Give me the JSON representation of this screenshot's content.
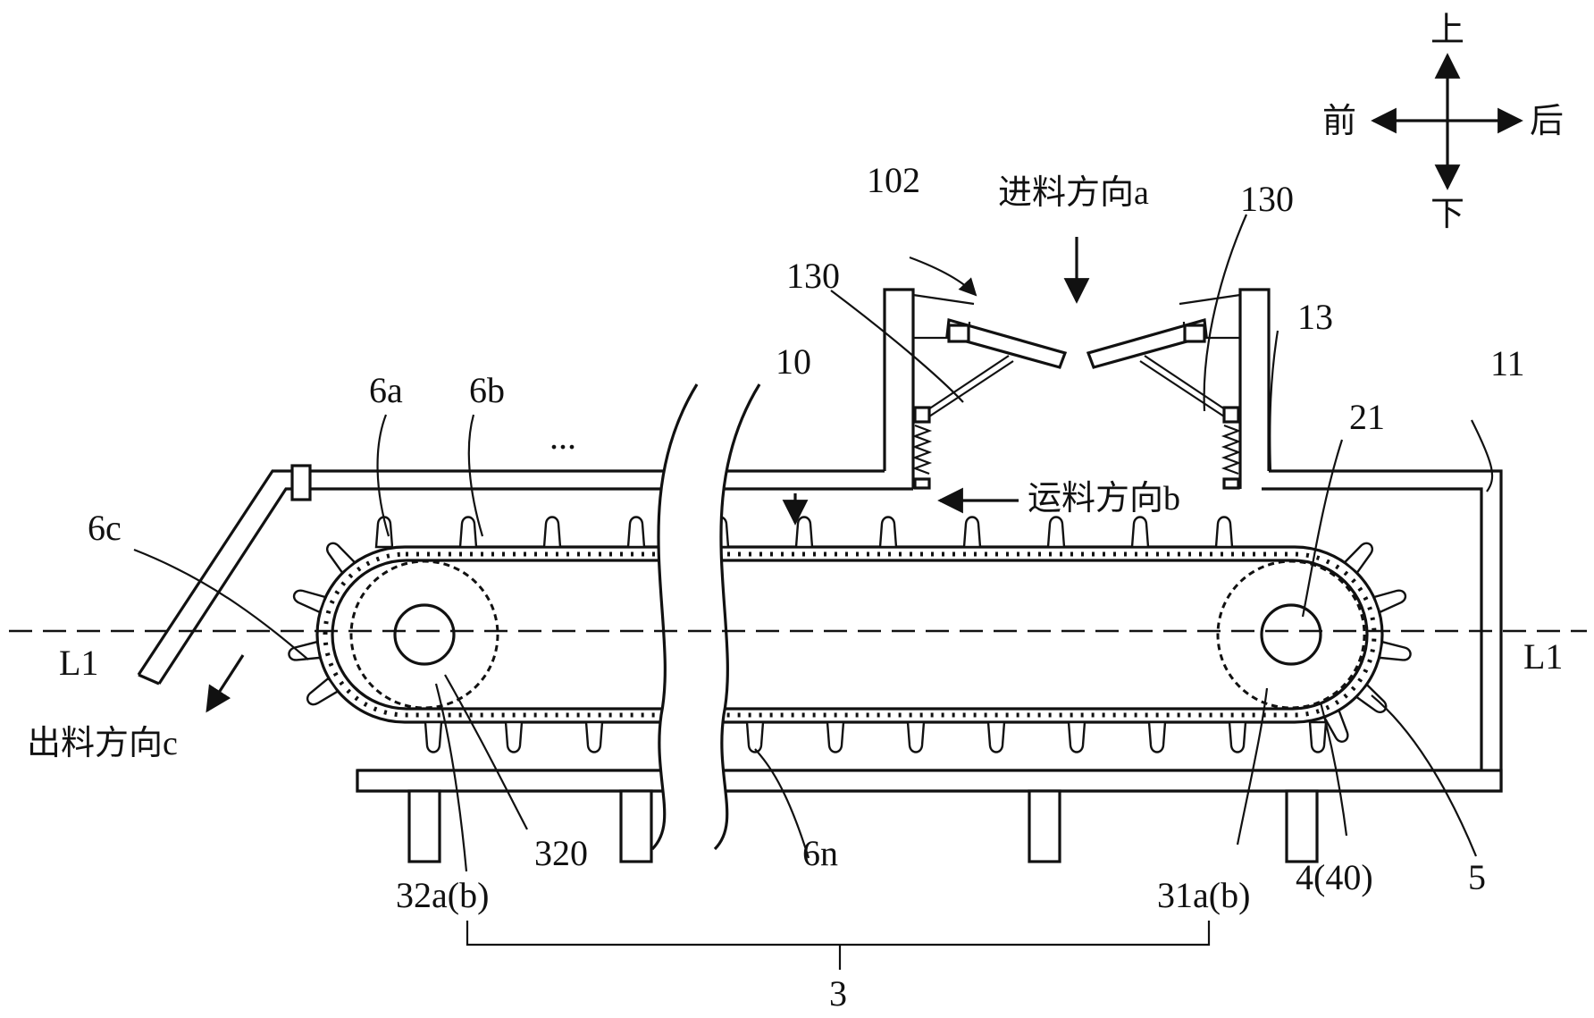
{
  "directions": {
    "up": "上",
    "down": "下",
    "front": "前",
    "back": "后",
    "feed": "进料方向a",
    "transport": "运料方向b",
    "discharge": "出料方向c"
  },
  "labels": {
    "l102": "102",
    "l130_left": "130",
    "l130_right": "130",
    "l13": "13",
    "l10": "10",
    "l11": "11",
    "l21": "21",
    "l6a": "6a",
    "l6b": "6b",
    "ellipsis": "...",
    "l6c": "6c",
    "l6n": "6n",
    "l320": "320",
    "l32ab": "32a(b)",
    "l31ab": "31a(b)",
    "l440": "4(40)",
    "l5": "5",
    "l3": "3",
    "l1_left": "L1",
    "l1_right": "L1"
  }
}
